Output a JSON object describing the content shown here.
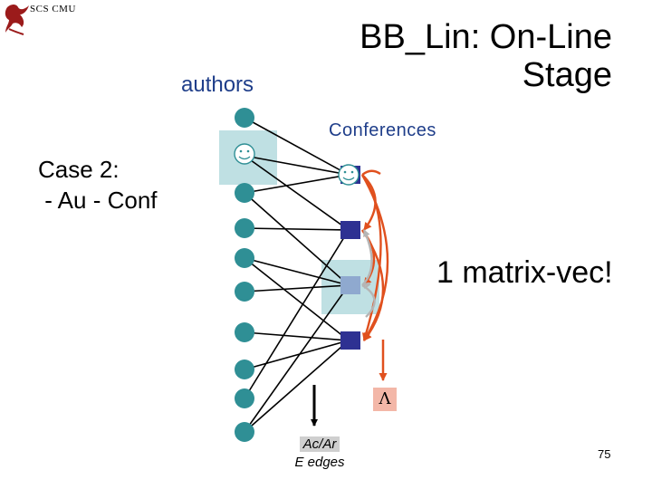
{
  "header": {
    "logo_text": "SCS CMU",
    "logo_icon": "dragon-icon"
  },
  "title": {
    "line1": "BB_Lin: On-Line",
    "line2": "Stage"
  },
  "labels": {
    "authors": "authors",
    "conferences": "Conferences",
    "case": "Case 2:\n - Au - Conf",
    "matrix_vec": "1 matrix-vec!",
    "edge_label_line1": "Ac/Ar",
    "edge_label_line2": "E edges",
    "lambda": "Λ"
  },
  "footer": {
    "page_number": "75"
  },
  "colors": {
    "author_node": "#2f8f95",
    "conference_node": "#2e3192",
    "highlighted_conference": "#8fa9cf",
    "highlight_box": "#bfe0e3",
    "arc_red": "#e0501e",
    "arc_gray": "#b5b5b5",
    "lambda_box": "#f3b7a8"
  }
}
